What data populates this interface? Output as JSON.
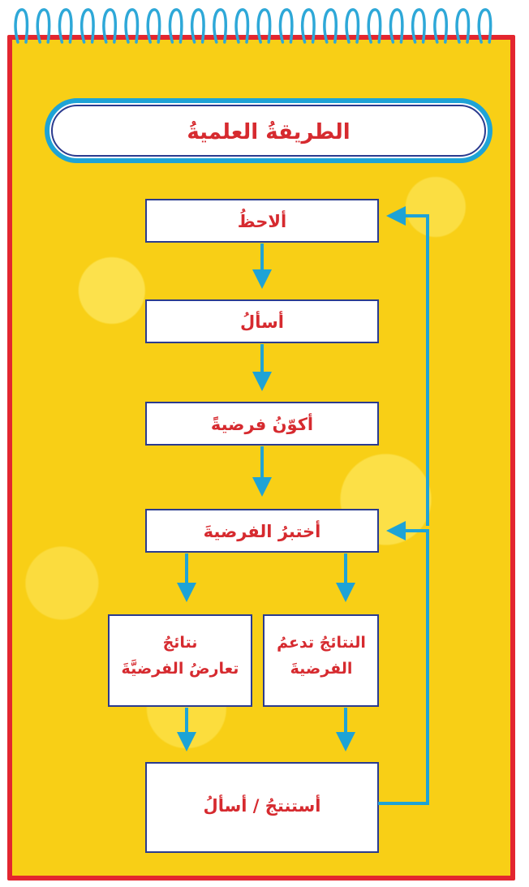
{
  "title": "الطريقةُ العلميةُ",
  "steps": {
    "observe": "ألاحظُ",
    "ask": "أسألُ",
    "hypothesize": "أكوّنُ فرضيةً",
    "test": "أختبرُ الفرضيةَ",
    "support_line1": "النتائجُ تدعمُ",
    "support_line2": "الفرضيةَ",
    "contradict_line1": "نتائجُ",
    "contradict_line2": "تعارضُ الفرضيَّةَ",
    "conclude": "أستنتجُ / أسألُ"
  },
  "colors": {
    "border": "#e3262f",
    "background": "#f8cf16",
    "arrow": "#1ea3d6",
    "text": "#d62a2f",
    "box": "#ffffff",
    "box_border": "#2a3b8f"
  }
}
